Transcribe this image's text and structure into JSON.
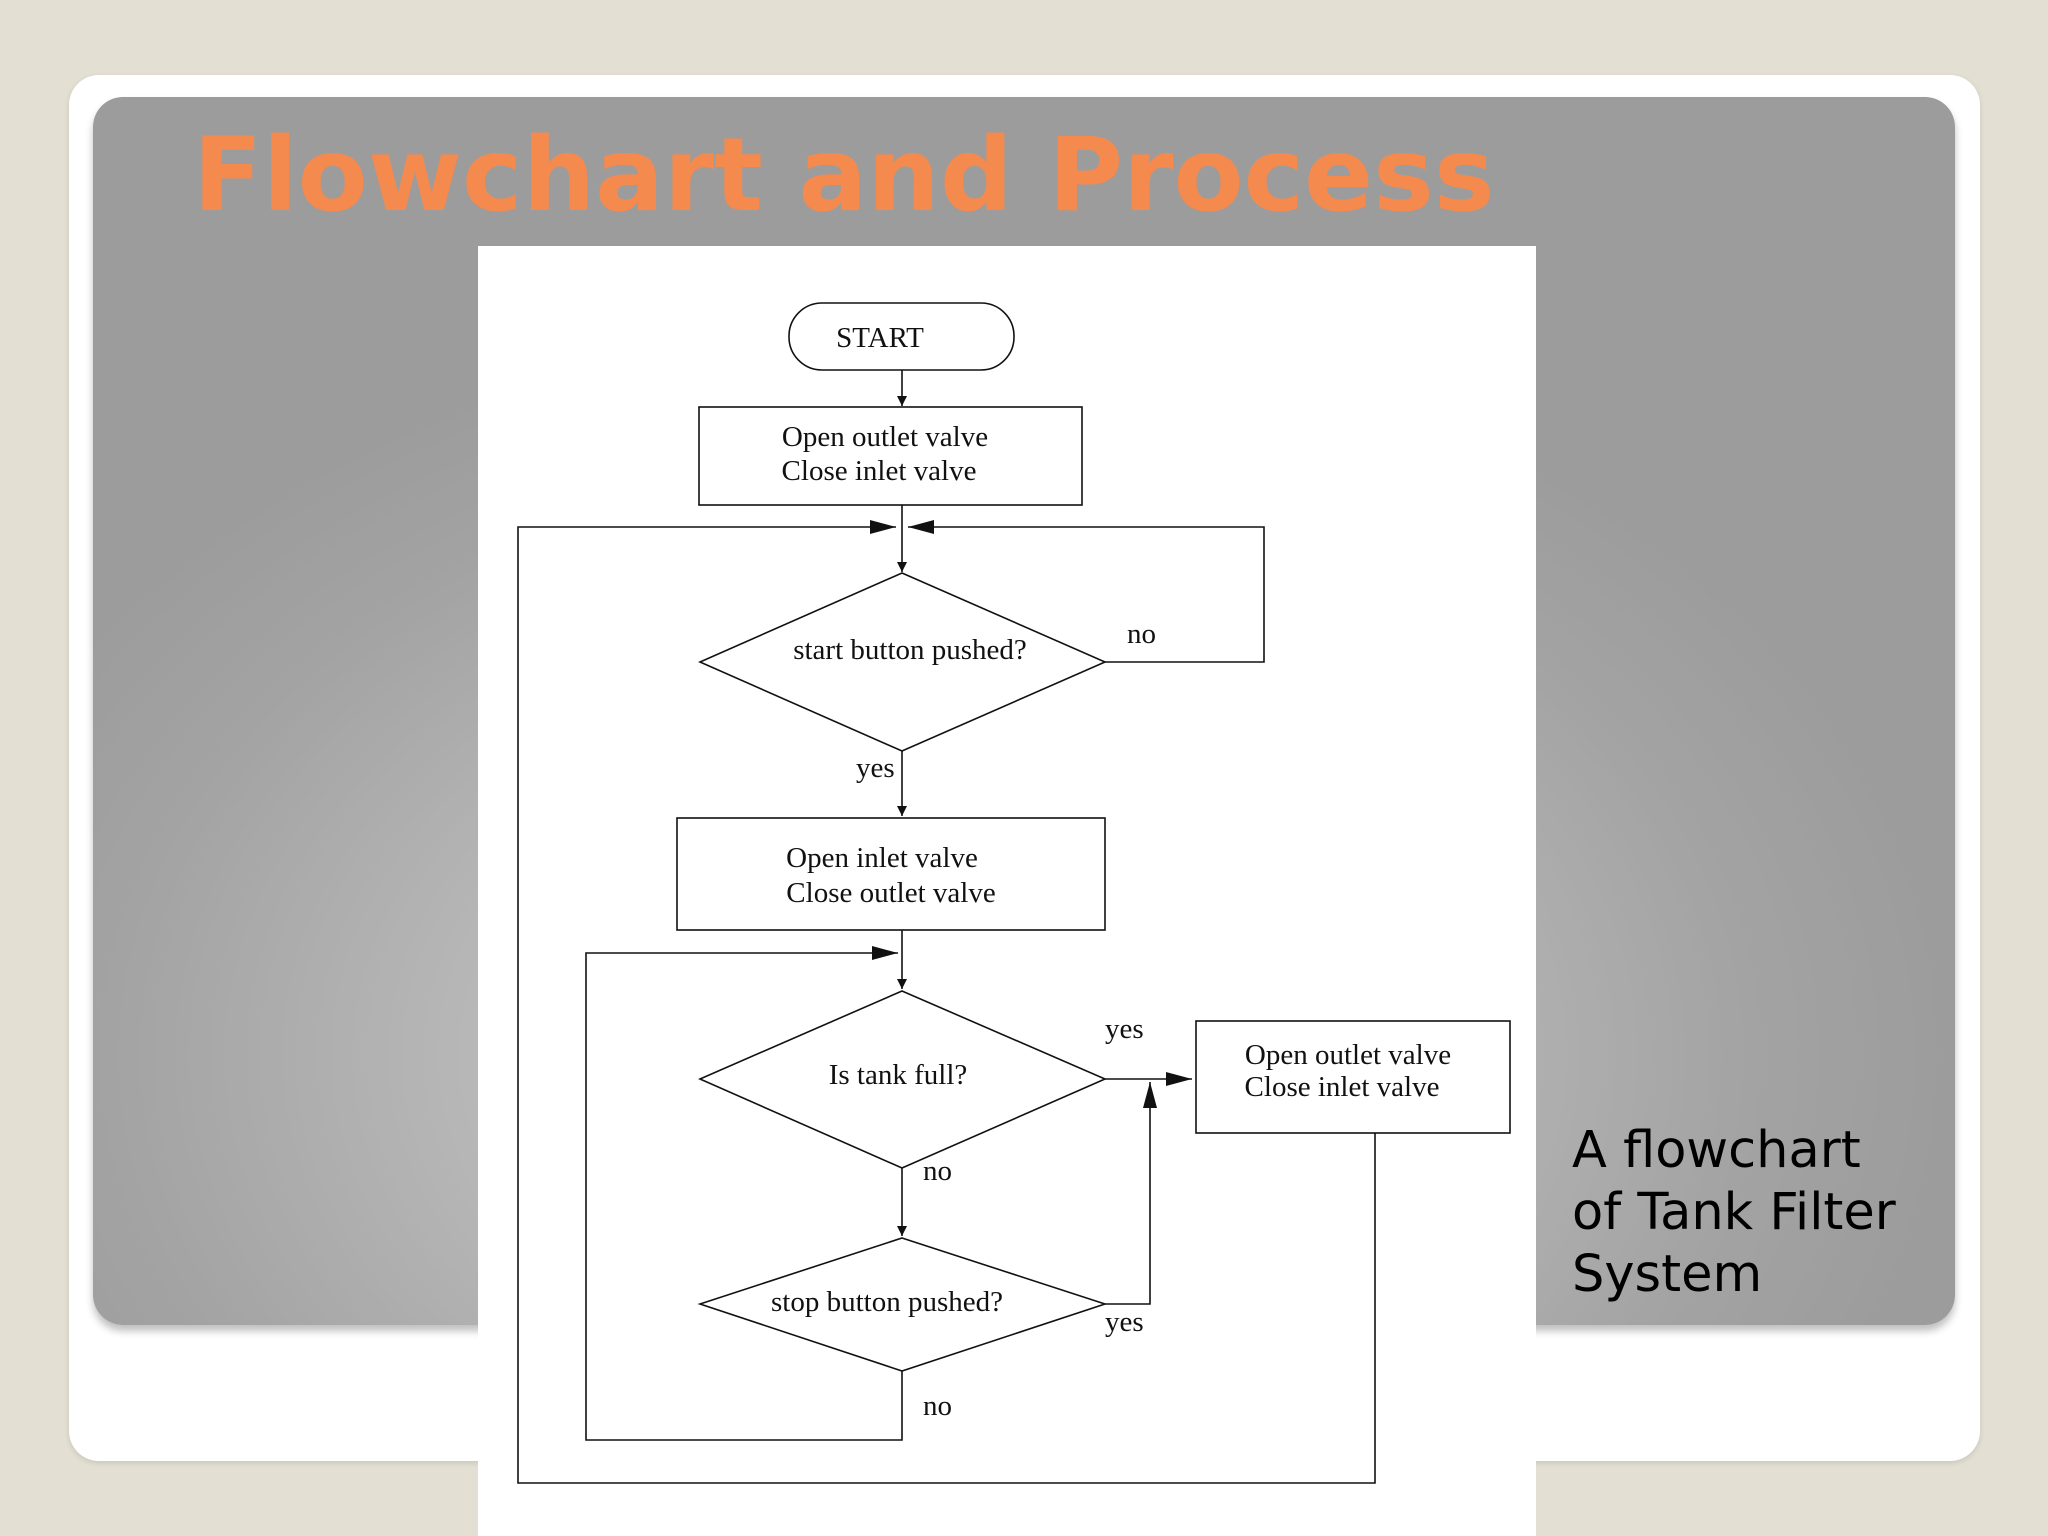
{
  "slide": {
    "title": "Flowchart and Process",
    "caption_lines": [
      "A flowchart",
      "of Tank Filter",
      "System"
    ]
  },
  "flowchart": {
    "start": "START",
    "step1": [
      "Open outlet valve",
      "Close inlet valve"
    ],
    "decision_start": "start button pushed?",
    "label_no_1": "no",
    "label_yes_1": "yes",
    "step2": [
      "Open inlet valve",
      "Close outlet valve"
    ],
    "decision_full": "Is tank full?",
    "label_yes_2": "yes",
    "label_no_2": "no",
    "step3": [
      "Open outlet valve",
      "Close inlet valve"
    ],
    "decision_stop": "stop button pushed?",
    "label_yes_3": "yes",
    "label_no_3": "no"
  },
  "colors": {
    "title": "#f48a4e",
    "background": "#e3e0d3",
    "line": "#111111"
  }
}
